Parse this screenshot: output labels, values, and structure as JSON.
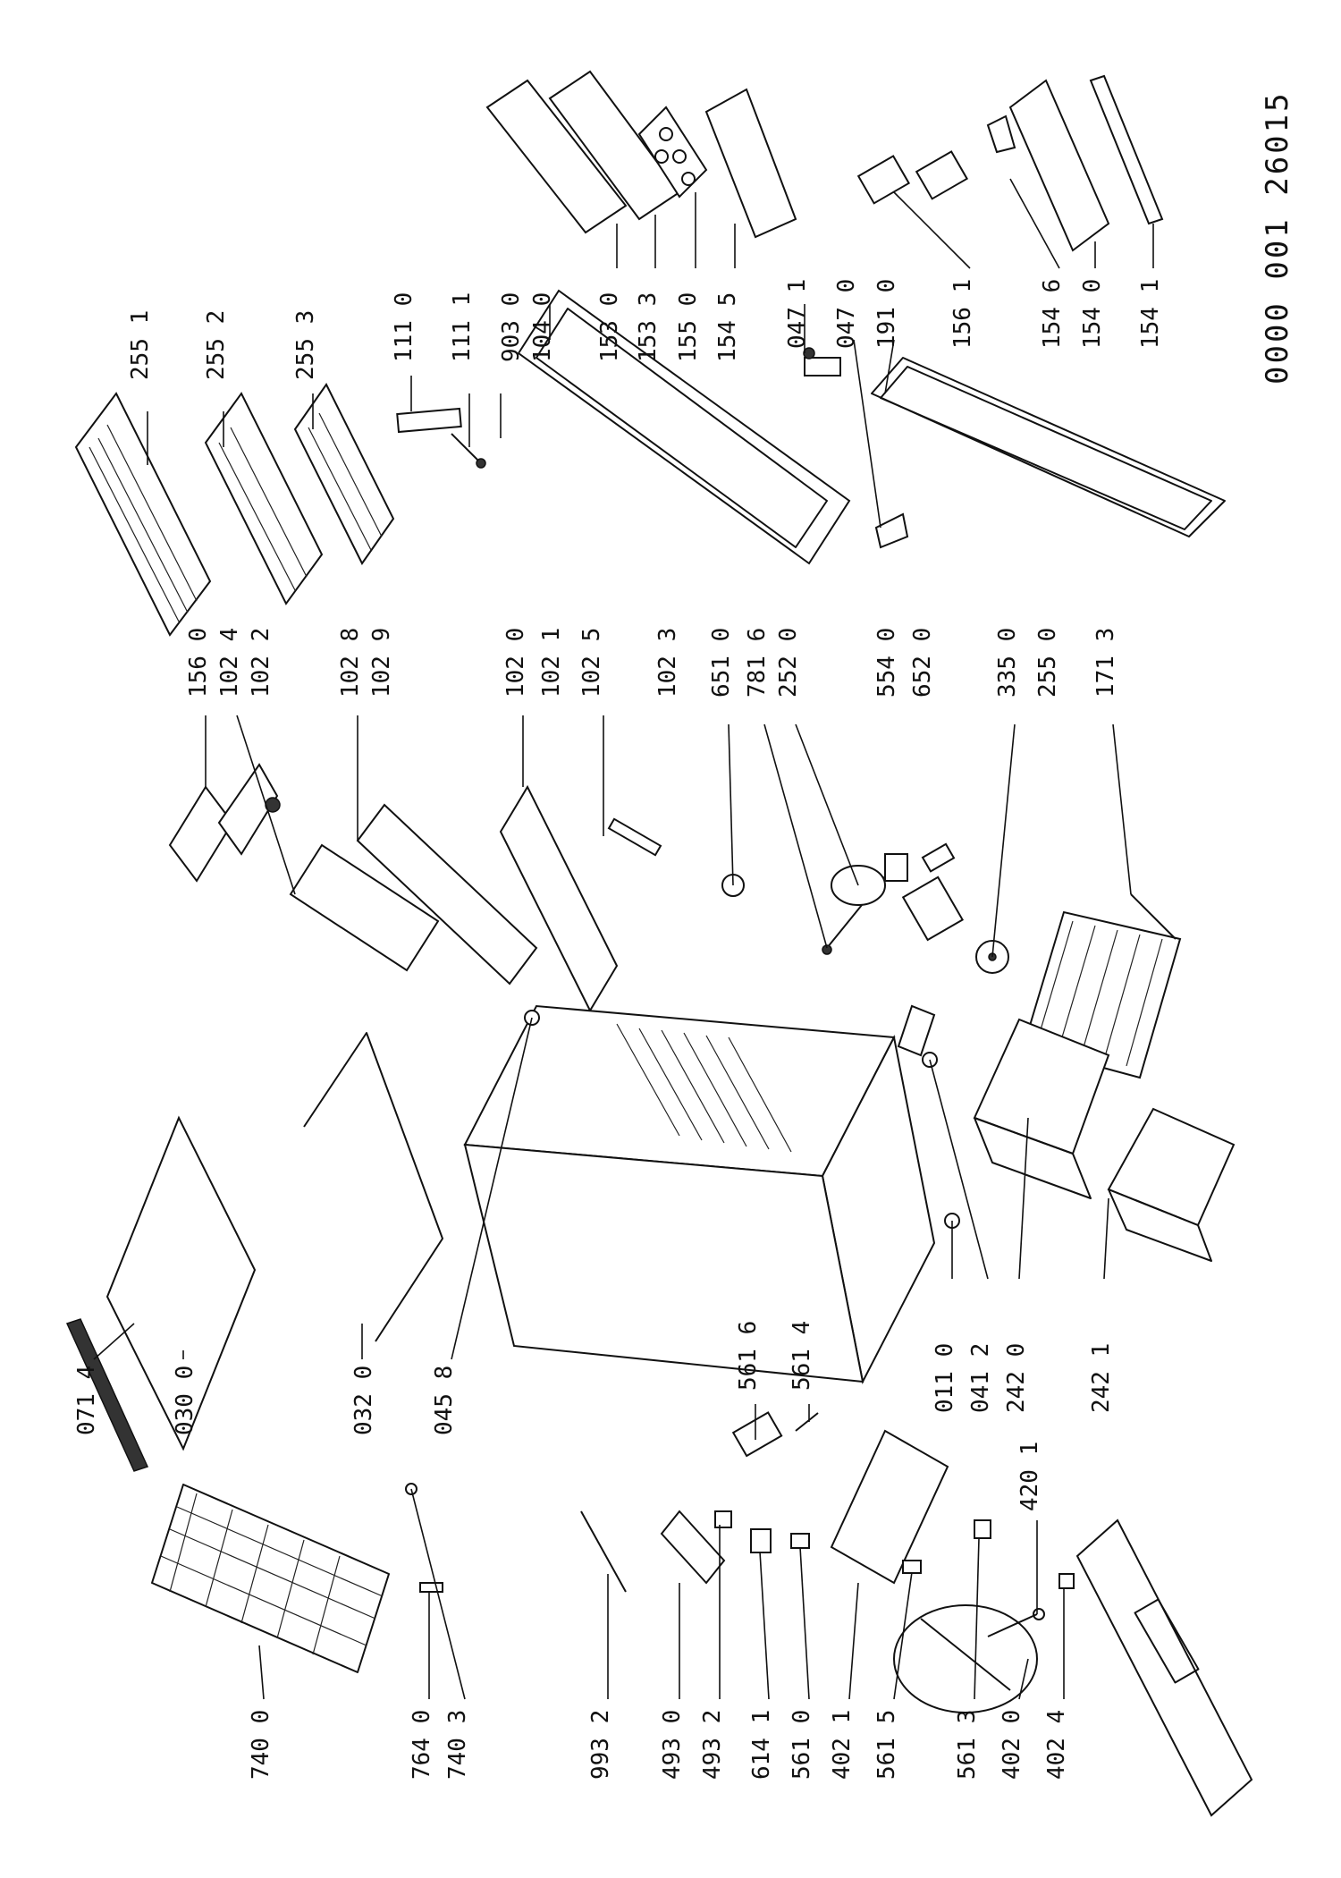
{
  "document_number": "0000 001 26015",
  "labels": [
    "255 1",
    "255 2",
    "255 3",
    "111 0",
    "111 1",
    "903 0",
    "104 0",
    "153 0",
    "153 3",
    "155 0",
    "154 5",
    "047 1",
    "047 0",
    "191 0",
    "156 1",
    "154 6",
    "154 0",
    "154 1",
    "156 0",
    "102 4",
    "102 2",
    "102 8",
    "102 9",
    "102 0",
    "102 1",
    "102 5",
    "102 3",
    "651 0",
    "781 6",
    "252 0",
    "554 0",
    "652 0",
    "335 0",
    "255 0",
    "171 3",
    "071 4",
    "030 0",
    "032 0",
    "045 8",
    "011 0",
    "041 2",
    "242 0",
    "242 1",
    "740 0",
    "764 0",
    "740 3",
    "993 2",
    "493 0",
    "493 2",
    "614 1",
    "561 0",
    "402 1",
    "561 5",
    "561 3",
    "402 0",
    "402 4",
    "561 6",
    "561 4",
    "420 1"
  ]
}
